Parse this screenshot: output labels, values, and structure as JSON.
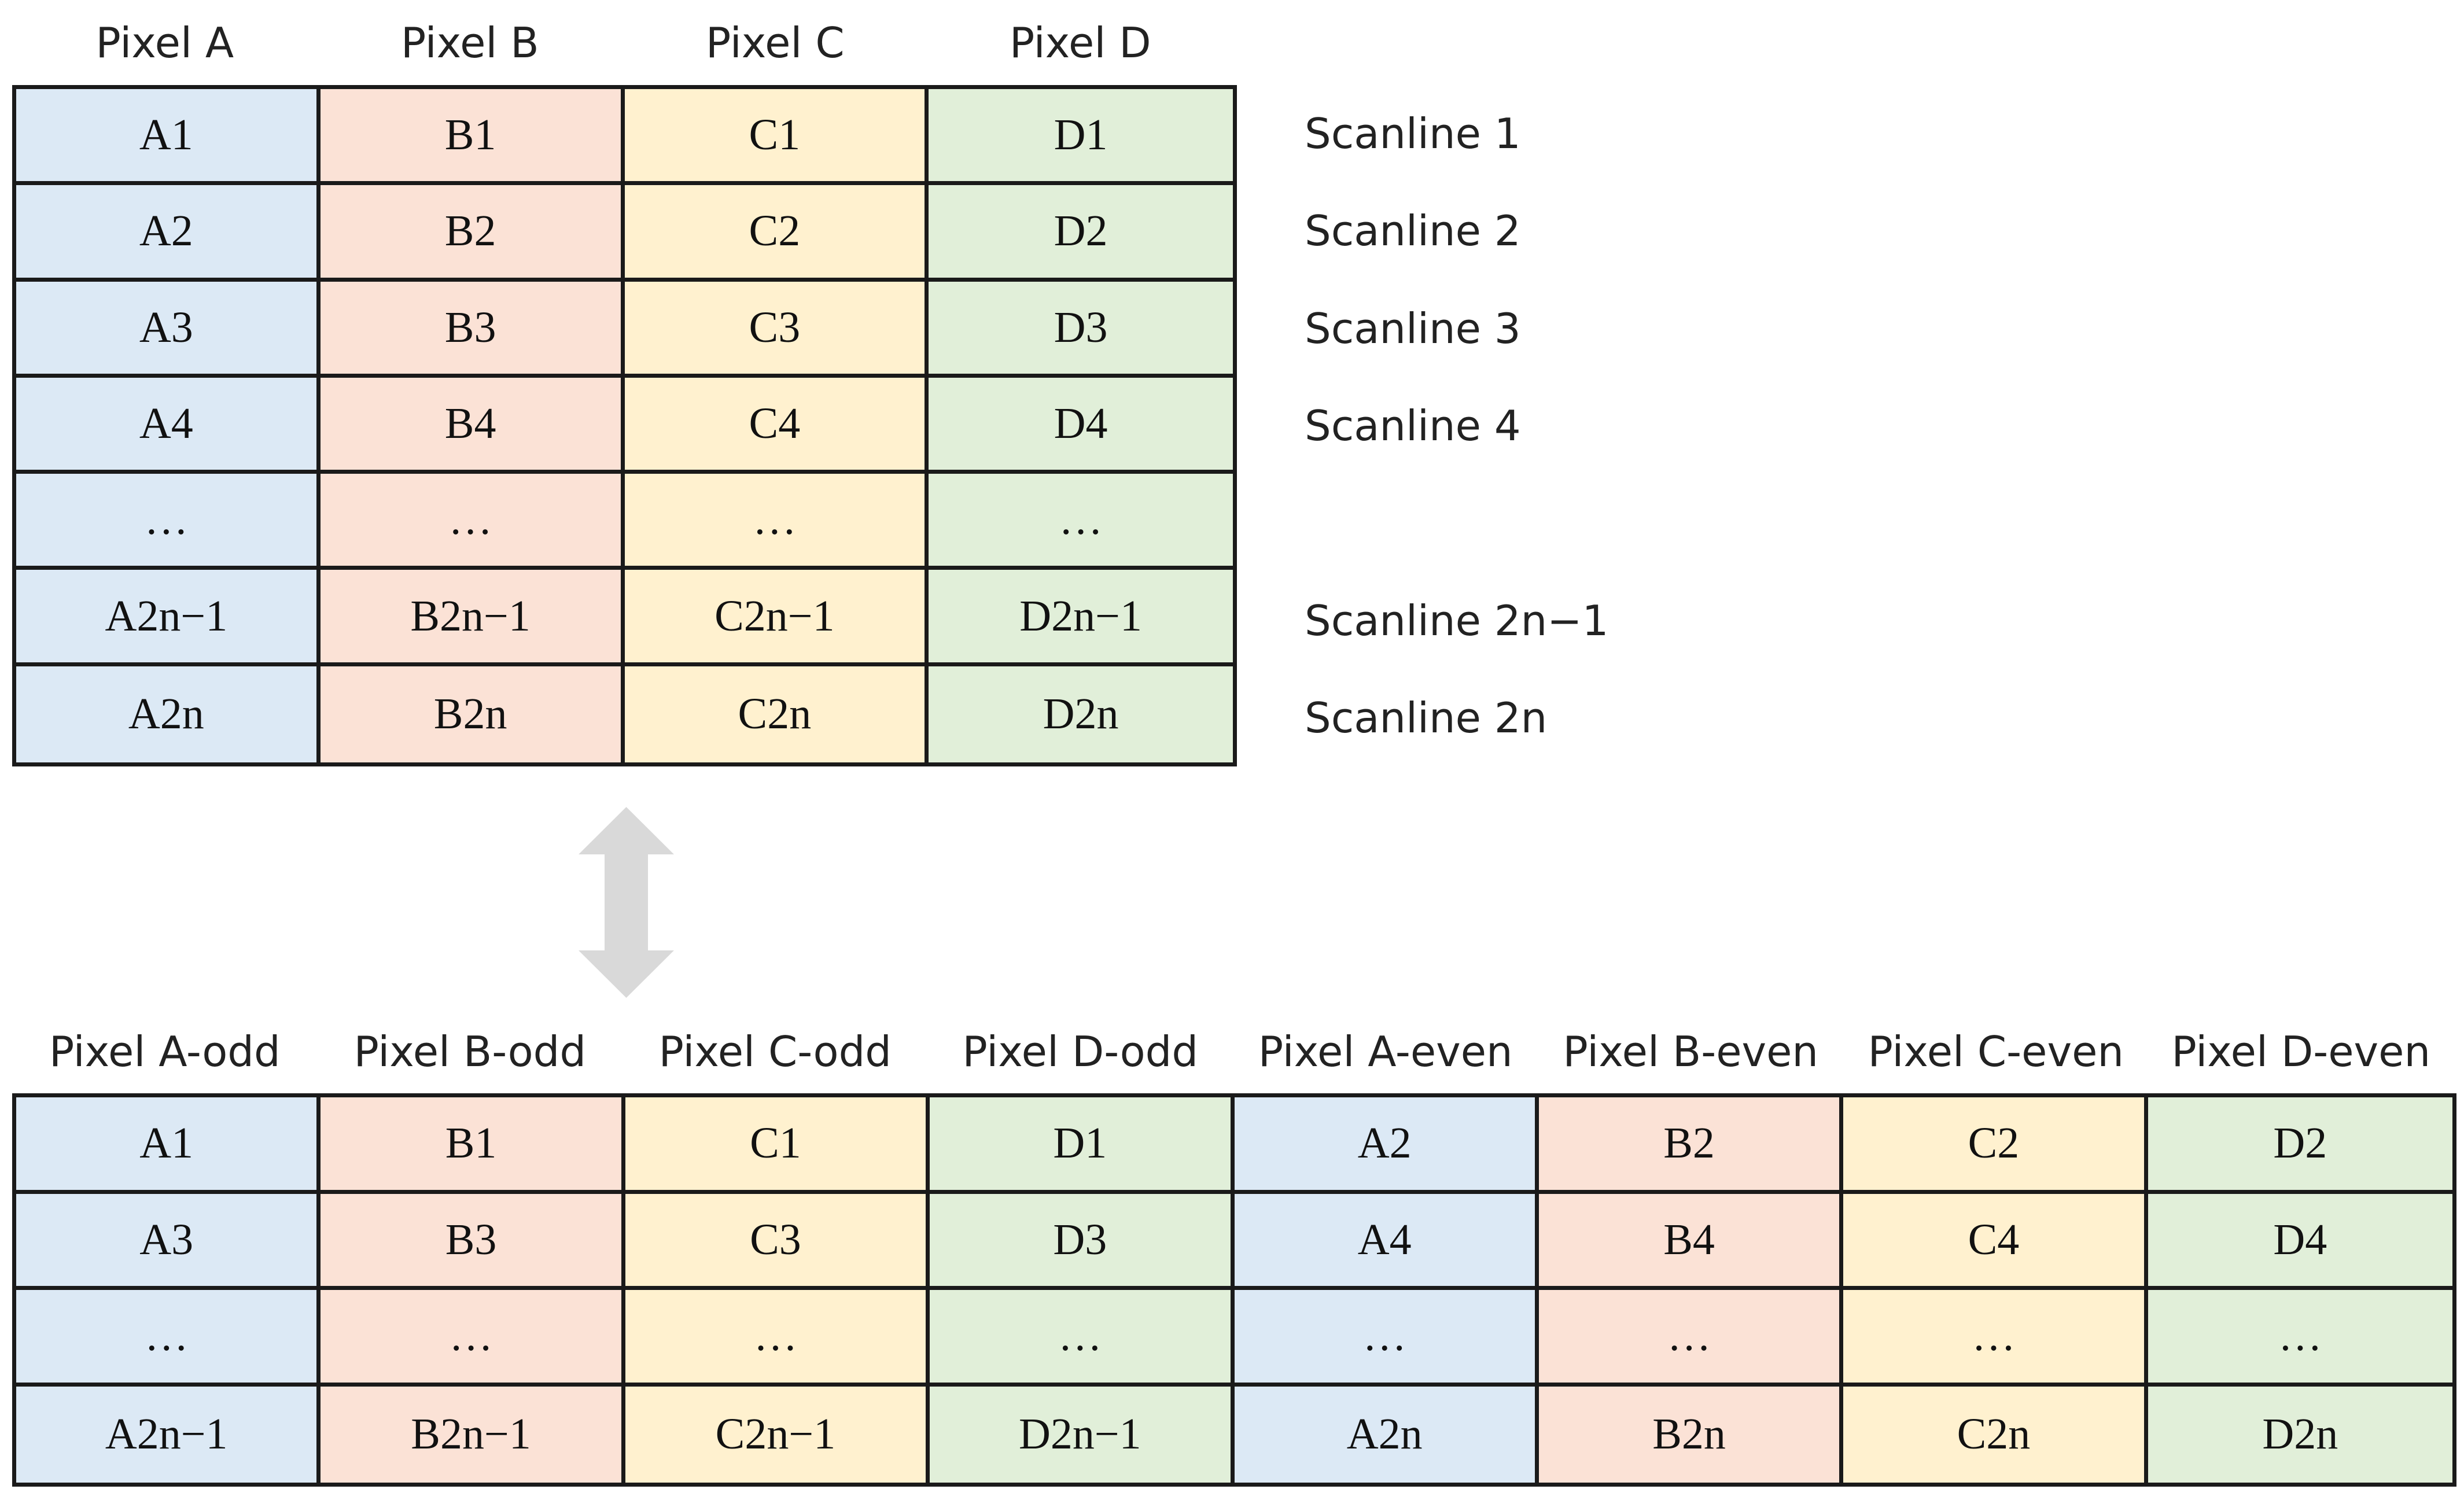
{
  "colors": {
    "A": "#dce9f5",
    "B": "#fbe2d6",
    "C": "#fff1cf",
    "D": "#e1efd9",
    "border": "#1a1a1a",
    "arrow": "#d9d9d9"
  },
  "top": {
    "headers": [
      "Pixel A",
      "Pixel B",
      "Pixel C",
      "Pixel D"
    ],
    "rows": [
      [
        "A1",
        "B1",
        "C1",
        "D1"
      ],
      [
        "A2",
        "B2",
        "C2",
        "D2"
      ],
      [
        "A3",
        "B3",
        "C3",
        "D3"
      ],
      [
        "A4",
        "B4",
        "C4",
        "D4"
      ],
      [
        "…",
        "…",
        "…",
        "…"
      ],
      [
        "A2n−1",
        "B2n−1",
        "C2n−1",
        "D2n−1"
      ],
      [
        "A2n",
        "B2n",
        "C2n",
        "D2n"
      ]
    ],
    "scanlines": [
      "Scanline 1",
      "Scanline 2",
      "Scanline 3",
      "Scanline 4",
      "",
      "Scanline 2n−1",
      "Scanline 2n"
    ]
  },
  "bottom": {
    "headers": [
      "Pixel A-odd",
      "Pixel B-odd",
      "Pixel C-odd",
      "Pixel D-odd",
      "Pixel A-even",
      "Pixel B-even",
      "Pixel C-even",
      "Pixel D-even"
    ],
    "rows": [
      [
        "A1",
        "B1",
        "C1",
        "D1",
        "A2",
        "B2",
        "C2",
        "D2"
      ],
      [
        "A3",
        "B3",
        "C3",
        "D3",
        "A4",
        "B4",
        "C4",
        "D4"
      ],
      [
        "…",
        "…",
        "…",
        "…",
        "…",
        "…",
        "…",
        "…"
      ],
      [
        "A2n−1",
        "B2n−1",
        "C2n−1",
        "D2n−1",
        "A2n",
        "B2n",
        "C2n",
        "D2n"
      ]
    ],
    "column_colors": [
      "A",
      "B",
      "C",
      "D",
      "A",
      "B",
      "C",
      "D"
    ]
  },
  "arrow_icon": "double-headed-vertical-arrow-icon"
}
